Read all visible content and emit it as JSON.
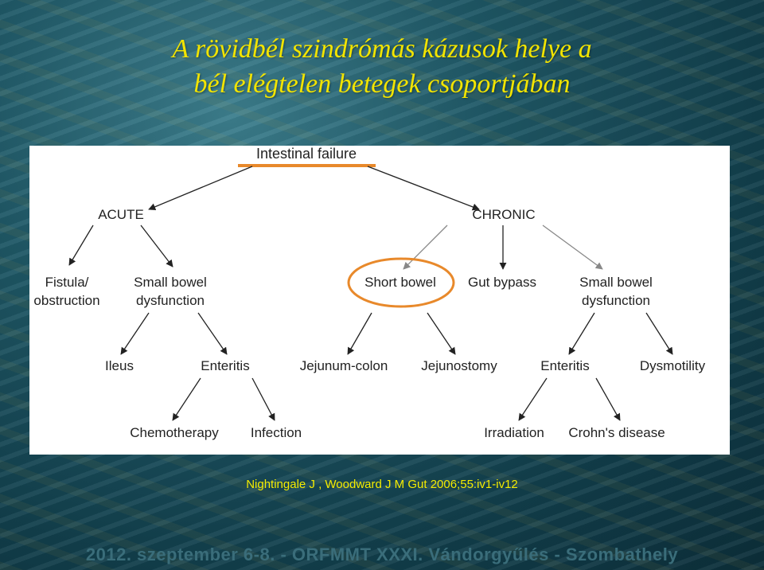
{
  "slide": {
    "title_line1": "A rövidbél szindrómás kázusok helye a",
    "title_line2": "bél elégtelen betegek csoportjában",
    "citation": "Nightingale J , Woodward J M Gut 2006;55:iv1-iv12",
    "footer": "2012. szeptember 6-8. - ORFMMT XXXI. Vándorgyűlés - Szombathely"
  },
  "diagram": {
    "root": "Intestinal failure",
    "acute": "ACUTE",
    "chronic": "CHRONIC",
    "fistula_l1": "Fistula/",
    "fistula_l2": "obstruction",
    "sbd_acute_l1": "Small bowel",
    "sbd_acute_l2": "dysfunction",
    "short_bowel": "Short bowel",
    "gut_bypass": "Gut bypass",
    "sbd_chronic_l1": "Small bowel",
    "sbd_chronic_l2": "dysfunction",
    "ileus": "Ileus",
    "enteritis_acute": "Enteritis",
    "jejunum_colon": "Jejunum-colon",
    "jejunostomy": "Jejunostomy",
    "enteritis_chronic": "Enteritis",
    "dysmotility": "Dysmotility",
    "chemotherapy": "Chemotherapy",
    "infection": "Infection",
    "irradiation": "Irradiation",
    "crohns": "Crohn's disease"
  },
  "colors": {
    "title": "#f2e400",
    "highlight": "#e8892b",
    "arrow": "#222222",
    "text": "#222222"
  }
}
